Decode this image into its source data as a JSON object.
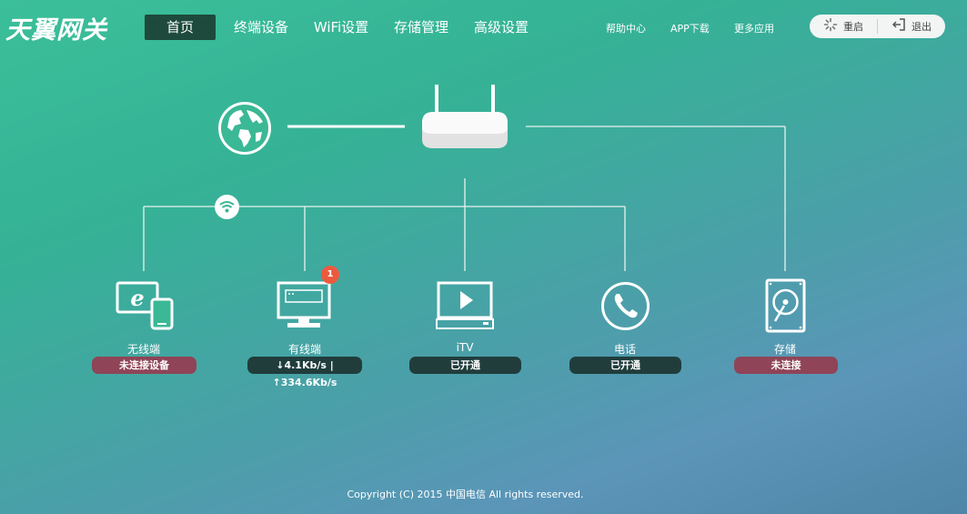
{
  "brand": {
    "logo": "天翼网关"
  },
  "nav": {
    "items": [
      {
        "label": "首页",
        "active": true
      },
      {
        "label": "终端设备",
        "active": false
      },
      {
        "label": "WiFi设置",
        "active": false
      },
      {
        "label": "存储管理",
        "active": false
      },
      {
        "label": "高级设置",
        "active": false
      }
    ]
  },
  "top_links": {
    "help": "帮助中心",
    "app": "APP下载",
    "more": "更多应用"
  },
  "actions": {
    "restart": "重启",
    "logout": "退出"
  },
  "topology": {
    "internet_icon": "globe-icon",
    "router_icon": "router-icon",
    "wifi_icon": "wifi-icon"
  },
  "devices": [
    {
      "key": "wireless",
      "label": "无线端",
      "status": "未连接设备",
      "status_color": "#8f4457",
      "icon": "ie-mobile-icon"
    },
    {
      "key": "wired",
      "label": "有线端",
      "status": "↓4.1Kb/s | ↑334.6Kb/s",
      "status_color": "#203d3c",
      "icon": "monitor-icon",
      "count": "1"
    },
    {
      "key": "itv",
      "label": "iTV",
      "status": "已开通",
      "status_color": "#203d3c",
      "icon": "tv-play-icon"
    },
    {
      "key": "phone",
      "label": "电话",
      "status": "已开通",
      "status_color": "#203d3c",
      "icon": "phone-icon"
    },
    {
      "key": "storage",
      "label": "存储",
      "status": "未连接",
      "status_color": "#8f4457",
      "icon": "harddisk-icon"
    }
  ],
  "footer": {
    "copyright": "Copyright (C) 2015 中国电信 All rights reserved."
  }
}
